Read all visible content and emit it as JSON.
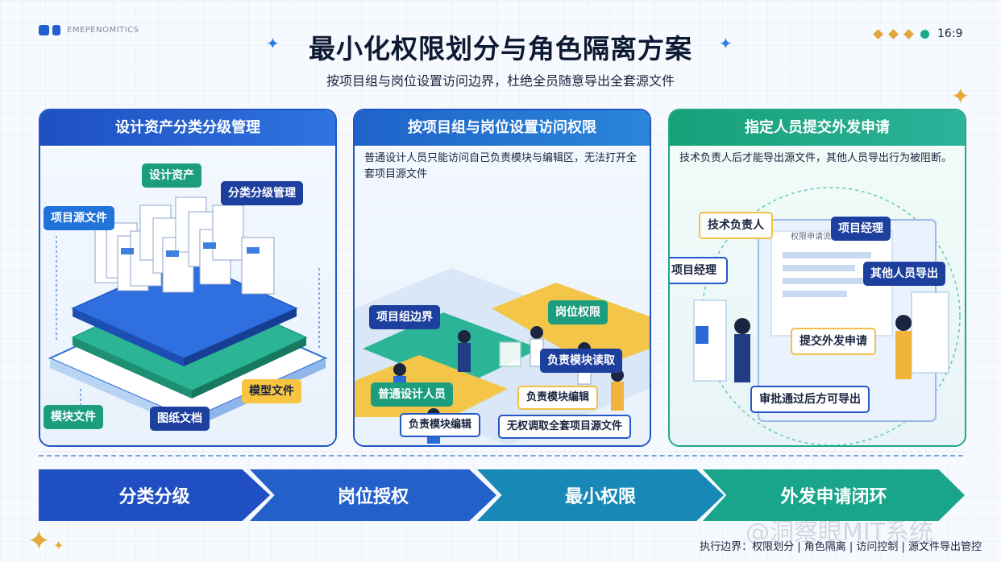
{
  "header": {
    "brand": "EMEPENOMITICS",
    "title": "最小化权限划分与角色隔离方案",
    "subtitle": "按项目组与岗位设置访问边界，杜绝全员随意导出全套源文件",
    "ratio": "16:9"
  },
  "panels": [
    {
      "title": "设计资产分类分级管理",
      "tags": {
        "design_assets": "设计资产",
        "classification": "分类分级管理",
        "project_source": "项目源文件",
        "model_files": "模型文件",
        "module_files": "模块文件",
        "drawings": "图纸文档"
      }
    },
    {
      "title": "按项目组与岗位设置访问权限",
      "description": "普通设计人员只能访问自己负责模块与编辑区，无法打开全套项目源文件",
      "tags": {
        "group_boundary": "项目组边界",
        "post_permission": "岗位权限",
        "module_read": "负责模块读取",
        "normal_designer": "普通设计人员",
        "module_edit_a": "负责模块编辑",
        "module_edit_b": "负责模块编辑",
        "no_access": "无权调取全套项目源文件"
      }
    },
    {
      "title": "指定人员提交外发申请",
      "description": "技术负责人后才能导出源文件，其他人员导出行为被阻断。",
      "tags": {
        "tech_lead": "技术负责人",
        "pm_a": "项目经理",
        "pm_b": "项目经理",
        "blocked": "其他人员导出",
        "submit": "提交外发申请",
        "approve": "审批通过后方可导出"
      },
      "screen_text": "权限申请流程"
    }
  ],
  "flow": [
    "分类分级",
    "岗位授权",
    "最小权限",
    "外发申请闭环"
  ],
  "footer": "执行边界：权限划分 | 角色隔离 | 访问控制 | 源文件导出管控",
  "watermark": "@洞察眼MIT系统",
  "colors": {
    "primary_blue": "#1f56c4",
    "teal": "#1c9e7e",
    "yellow": "#f8c540"
  }
}
